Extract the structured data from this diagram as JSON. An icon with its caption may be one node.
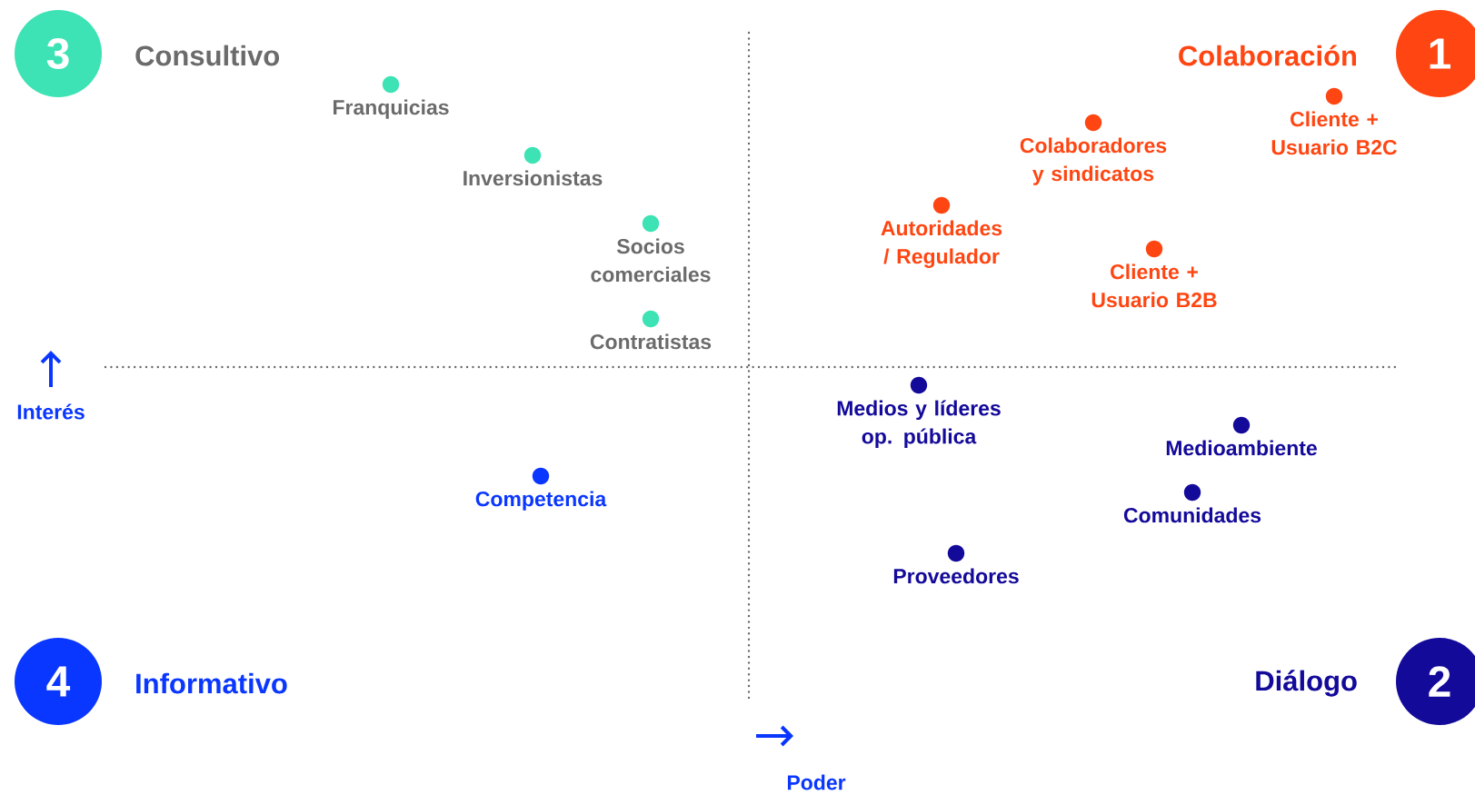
{
  "diagram": {
    "nodes": [
      {
        "text": [
          "3"
        ]
      },
      {
        "text": [
          "1"
        ]
      },
      {
        "text": [
          "Franquicias"
        ]
      },
      {
        "text": [
          "Cliente + Usuario B2C"
        ]
      },
      {
        "text": [
          "Colaboradores y sindicatos"
        ]
      },
      {
        "text": [
          "Inversionistas"
        ]
      },
      {
        "text": [
          "Autoridades / Regulador"
        ]
      },
      {
        "text": [
          "Socios comerciales"
        ]
      },
      {
        "text": [
          "Cliente + Usuario B2B"
        ]
      },
      {
        "text": [
          "Contratistas"
        ]
      },
      {
        "text": [
          "Medios y líderes op. pública"
        ]
      },
      {
        "text": [
          "Medioambiente"
        ]
      },
      {
        "text": [
          "Competencia"
        ]
      },
      {
        "text": [
          "Comunidades"
        ]
      },
      {
        "text": [
          "Proveedores"
        ]
      },
      {
        "text": [
          "4"
        ]
      },
      {
        "text": [
          "2"
        ]
      }
    ],
    "labels": [
      "Consultivo",
      "Colaboración",
      "Interés",
      "Informativo",
      "Diálogo",
      "Poder"
    ]
  }
}
